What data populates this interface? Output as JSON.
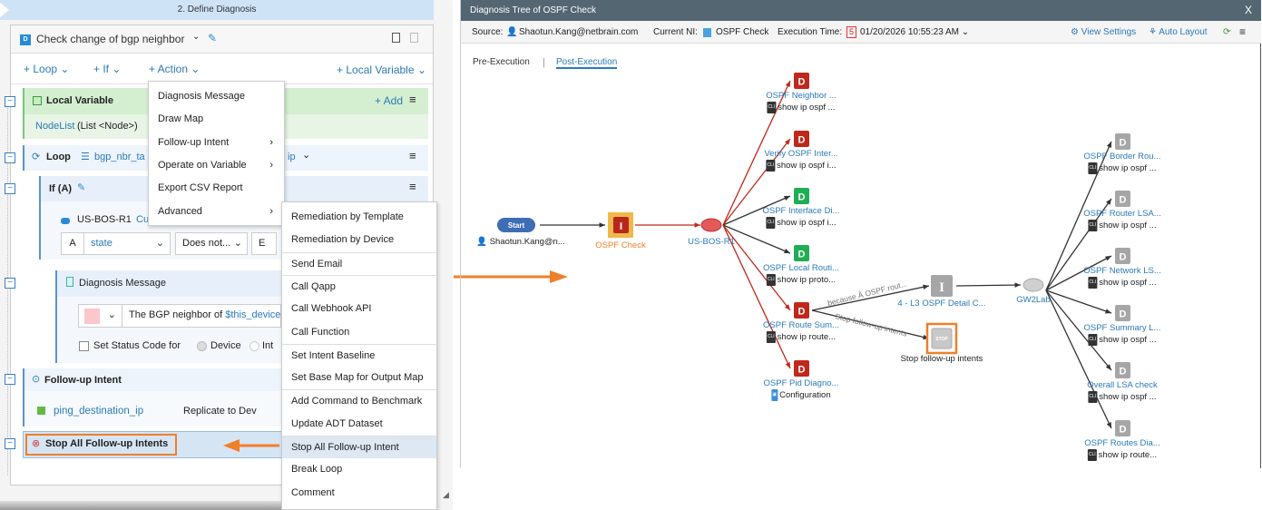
{
  "left": {
    "step_title": "2. Define Diagnosis",
    "diagnosis_name": "Check change of bgp neighbor",
    "toolbar": {
      "loop": "+ Loop",
      "if": "+ If",
      "action": "+ Action",
      "local_variable": "+ Local Variable"
    },
    "local_variable": {
      "title": "Local Variable",
      "add": "+ Add",
      "var_name": "NodeList",
      "var_type": "(List <Node>)"
    },
    "loop": {
      "title": "Loop",
      "table": "bgp_nbr_ta",
      "tail": "ip"
    },
    "if_block": {
      "title": "If (A)",
      "device": "US-BOS-R1",
      "device_tail": "Cu",
      "cond_letter": "A",
      "cond_field": "state",
      "cond_op": "Does not...",
      "cond_tail": "E"
    },
    "diag_msg": {
      "title": "Diagnosis Message",
      "text_prefix": "The BGP neighbor of ",
      "text_var": "$this_device",
      "status_label": "Set Status Code for",
      "radio_device": "Device",
      "radio_int": "Int"
    },
    "followup": {
      "title": "Follow-up Intent",
      "var": "ping_destination_ip",
      "replicate": "Replicate to Dev"
    },
    "stop_all": {
      "title": "Stop All Follow-up Intents"
    },
    "action_menu": [
      {
        "label": "Diagnosis Message"
      },
      {
        "label": "Draw Map"
      },
      {
        "label": "Follow-up Intent",
        "sub": true
      },
      {
        "label": "Operate on Variable",
        "sub": true
      },
      {
        "label": "Export CSV Report"
      },
      {
        "label": "Advanced",
        "sub": true
      }
    ],
    "advanced_menu": [
      "Remediation by Template",
      "Remediation by Device",
      "Send Email",
      "Call Qapp",
      "Call Webhook API",
      "Call Function",
      "Set Intent Baseline",
      "Set Base Map for Output Map",
      "Add Command to Benchmark",
      "Update ADT Dataset",
      "Stop All Follow-up Intent",
      "Break Loop",
      "Comment"
    ],
    "advanced_selected": "Stop All Follow-up Intent"
  },
  "right": {
    "title": "Diagnosis Tree of OSPF Check",
    "close": "X",
    "source_label": "Source:",
    "source": "Shaotun.Kang@netbrain.com",
    "current_ni_label": "Current NI:",
    "current_ni": "OSPF Check",
    "exec_label": "Execution Time:",
    "exec_badge": "5",
    "exec_time": "01/20/2026 10:55:23 AM",
    "view_settings": "View Settings",
    "auto_layout": "Auto Layout",
    "tabs": [
      "Pre-Execution",
      "Post-Execution"
    ],
    "active_tab": "Post-Execution",
    "colors": {
      "red": "#c0281b",
      "green": "#1fae55",
      "gray": "#a6a6a6",
      "accent": "#f07f2a",
      "link": "#2a7ab8"
    },
    "graph": {
      "start": {
        "label": "Start",
        "user": "Shaotun.Kang@n..."
      },
      "intent": {
        "label": "OSPF Check",
        "glyph": "I"
      },
      "device": {
        "label": "US-BOS-R1"
      },
      "d_nodes": [
        {
          "name": "OSPF Neighbor ...",
          "sub": "show ip ospf ...",
          "color": "red",
          "src": "cli"
        },
        {
          "name": "Verify OSPF Inter...",
          "sub": "show ip ospf i...",
          "color": "red",
          "src": "cli"
        },
        {
          "name": "OSPF Interface Di...",
          "sub": "show ip ospf i...",
          "color": "green",
          "src": "cli"
        },
        {
          "name": "OSPF Local Routi...",
          "sub": "show ip proto...",
          "color": "green",
          "src": "cli"
        },
        {
          "name": "OSPF Route Sum...",
          "sub": "show ip route...",
          "color": "red",
          "src": "cli"
        },
        {
          "name": "OSPF Pid Diagno...",
          "sub": "Configuration",
          "color": "red",
          "src": "config"
        }
      ],
      "followup_intent": {
        "label": "4 - L3 OSPF Detail C...",
        "glyph": "I",
        "edge_label": "because Â OSPF rout..."
      },
      "stop": {
        "label": "Stop follow-up intents",
        "glyph": "STOP",
        "edge_label": "Stop follow-up intents"
      },
      "gw": {
        "label": "GW2Lab"
      },
      "gw_nodes": [
        {
          "name": "OSPF Border Rou...",
          "sub": "show ip ospf ..."
        },
        {
          "name": "OSPF Router LSA...",
          "sub": "show ip ospf ..."
        },
        {
          "name": "OSPF Network LS...",
          "sub": "show ip ospf ..."
        },
        {
          "name": "OSPF Summary L...",
          "sub": "show ip ospf ..."
        },
        {
          "name": "Overall LSA check",
          "sub": "show ip ospf ..."
        },
        {
          "name": "OSPF Routes Dia...",
          "sub": "show ip route..."
        }
      ],
      "cli": "CLI",
      "d_glyph": "D"
    }
  }
}
